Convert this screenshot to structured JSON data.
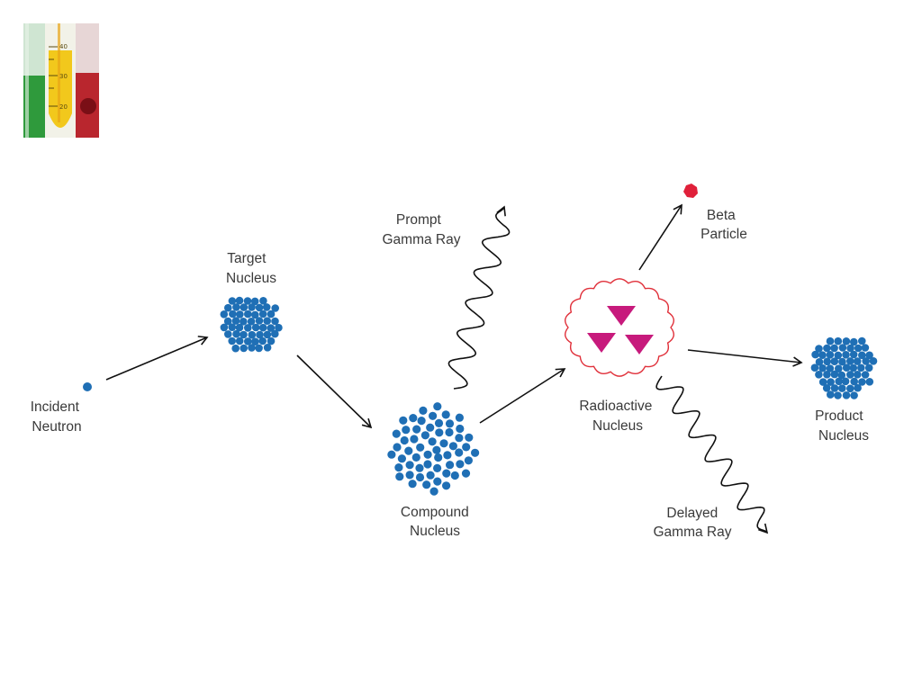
{
  "labels": {
    "incident_neutron": [
      "Incident",
      "Neutron"
    ],
    "target_nucleus": [
      "Target",
      "Nucleus"
    ],
    "compound_nucleus": [
      "Compound",
      "Nucleus"
    ],
    "prompt_gamma": [
      "Prompt",
      "Gamma Ray"
    ],
    "radioactive_nucleus": [
      "Radioactive",
      "Nucleus"
    ],
    "beta_particle": [
      "Beta",
      "Particle"
    ],
    "product_nucleus": [
      "Product",
      "Nucleus"
    ],
    "delayed_gamma": [
      "Delayed",
      "Gamma Ray"
    ]
  },
  "thumbnail": {
    "scale_labels": [
      "40",
      "30",
      "20"
    ]
  },
  "colors": {
    "nucleon": "#1f6fb5",
    "beta": "#e0203a",
    "radioactive_outline": "#e0303a",
    "trefoil": "#c71a7c",
    "arrow": "#111111"
  }
}
